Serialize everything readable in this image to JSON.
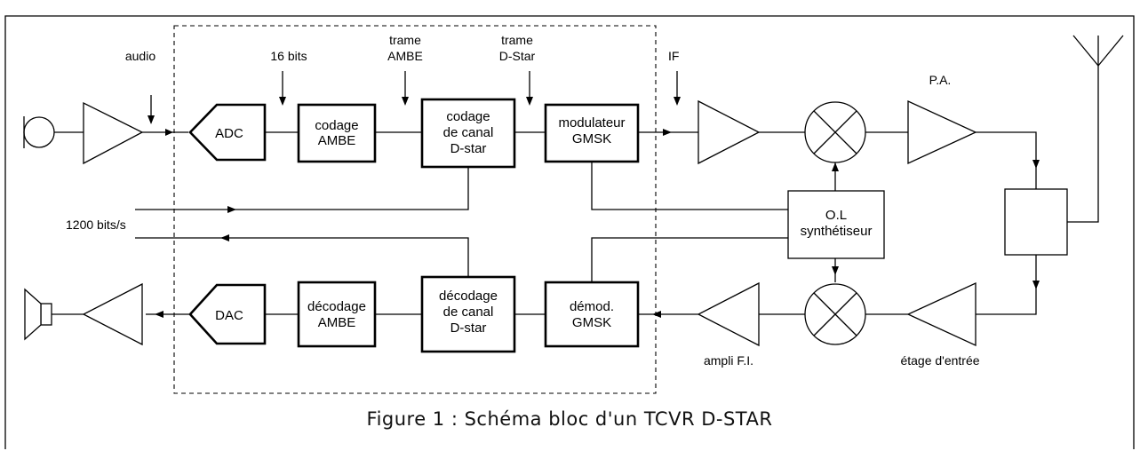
{
  "labels": {
    "audio": "audio",
    "bits16": "16 bits",
    "trame_ambe_1": "trame",
    "trame_ambe_2": "AMBE",
    "trame_dstar_1": "trame",
    "trame_dstar_2": "D-Star",
    "if": "IF",
    "pa": "P.A.",
    "bitrate": "1200 bits/s",
    "ampli_fi": "ampli F.I.",
    "etage_entree": "étage d'entrée"
  },
  "blocks": {
    "adc": "ADC",
    "dac": "DAC",
    "codage_ambe_1": "codage",
    "codage_ambe_2": "AMBE",
    "codage_canal_1": "codage",
    "codage_canal_2": "de canal",
    "codage_canal_3": "D-star",
    "modulateur_1": "modulateur",
    "modulateur_2": "GMSK",
    "decodage_ambe_1": "décodage",
    "decodage_ambe_2": "AMBE",
    "decodage_canal_1": "décodage",
    "decodage_canal_2": "de canal",
    "decodage_canal_3": "D-star",
    "demod_1": "démod.",
    "demod_2": "GMSK",
    "ol_1": "O.L",
    "ol_2": "synthétiseur"
  },
  "caption": "Figure 1 : Schéma bloc d'un TCVR D-STAR"
}
